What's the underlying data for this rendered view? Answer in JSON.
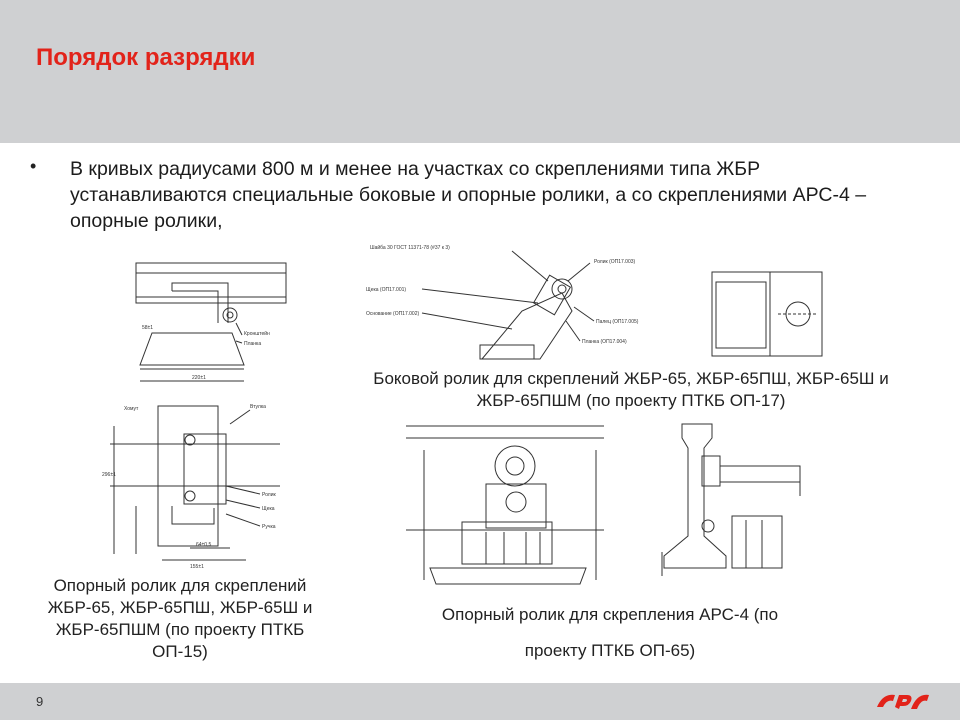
{
  "slide": {
    "title": "Порядок разрядки",
    "bullet": "В кривых радиусами 800 м и менее на участках со скреплениями типа ЖБР устанавливаются специальные боковые и опорные ролики, а со скреплениями АРС-4 – опорные ролики,",
    "page_number": "9"
  },
  "captions": {
    "side_roller": "Боковой ролик для скреплений ЖБР-65, ЖБР-65ПШ, ЖБР-65Ш  и  ЖБР-65ПШМ  (по проекту ПТКБ ОП-17)",
    "support_roller_zhbr": "Опорный ролик для скреплений ЖБР-65, ЖБР-65ПШ, ЖБР-65Ш и ЖБР-65ПШМ (по проекту ПТКБ ОП-15)",
    "support_roller_ars_line1": "Опорный ролик для скрепления АРС-4 (по",
    "support_roller_ars_line2": "проекту ПТКБ ОП-65)"
  },
  "drawing_labels": {
    "top_left": [
      "Кронштейн",
      "Планка",
      "58±1",
      "220±1"
    ],
    "bottom_left": [
      "Хомут",
      "Втулка",
      "Ролик",
      "Щека",
      "Ручка",
      "296±1",
      "64±0,5",
      "155±1"
    ],
    "top_middle": [
      "Шайба 30 ГОСТ 11371-78 (#37 к 3)",
      "Ролик (ОП17.003)",
      "Щека (ОП17.001)",
      "Основание (ОП17.002)",
      "Палец (ОП17.005)",
      "Планка (ОП17.004)"
    ]
  },
  "colors": {
    "title": "#e2231a",
    "band": "#cfd0d2",
    "logo": "#e2231a"
  },
  "logo": {
    "name": "rzd-logo"
  }
}
